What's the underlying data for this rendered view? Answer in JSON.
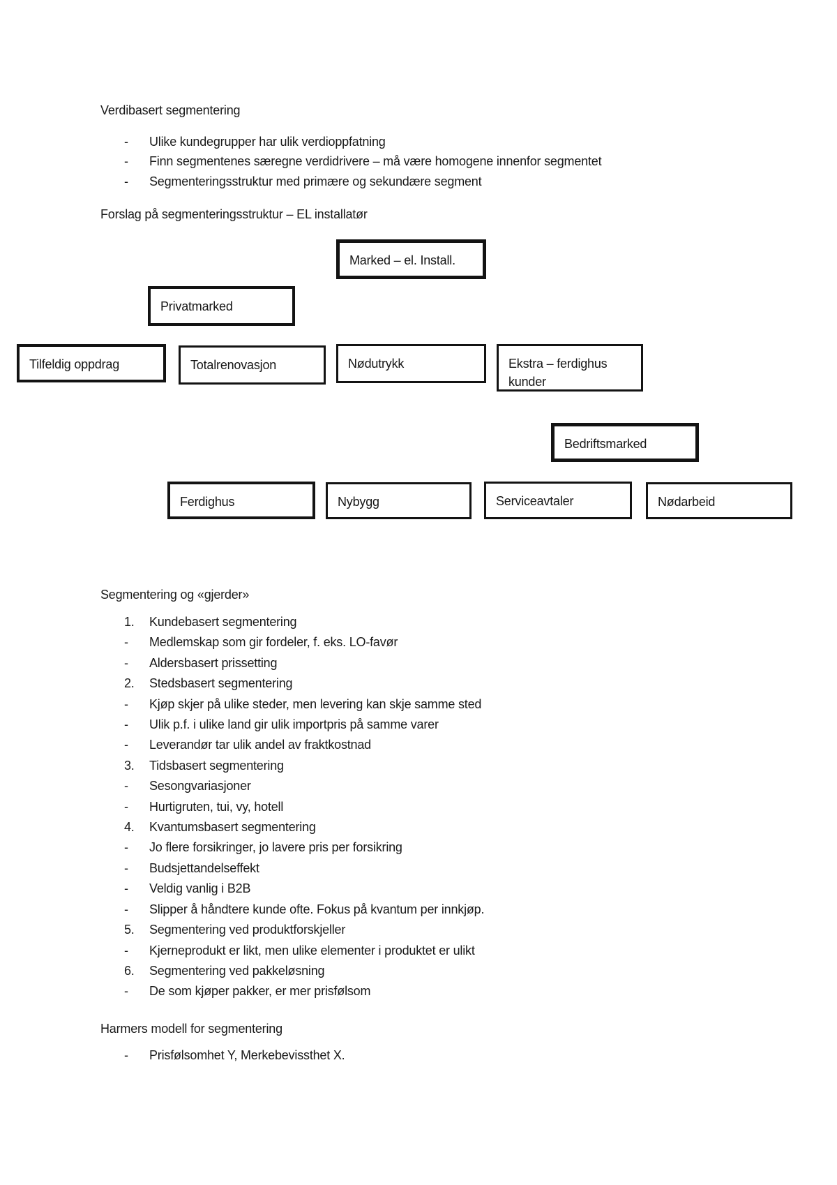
{
  "page": {
    "heading1": "Verdibasert segmentering",
    "diagram_heading": "Forslag på segmenteringsstruktur – EL installatør",
    "heading2": "Segmentering og «gjerder»",
    "heading3": "Harmers modell for segmentering"
  },
  "bullets1": {
    "items": [
      {
        "marker": "-",
        "text": "Ulike kundegrupper har ulik verdioppfatning"
      },
      {
        "marker": "-",
        "text": "Finn segmentenes særegne verdidrivere – må være homogene innenfor segmentet"
      },
      {
        "marker": "-",
        "text": "Segmenteringsstruktur med primære og sekundære segment"
      }
    ]
  },
  "diagram": {
    "boxes": [
      {
        "label": "Marked – el. Install."
      },
      {
        "label": "Privatmarked"
      },
      {
        "label": "Tilfeldig oppdrag"
      },
      {
        "label": "Totalrenovasjon"
      },
      {
        "label": "Nødutrykk"
      },
      {
        "label": "Ekstra – ferdighus kunder"
      },
      {
        "label": "Bedriftsmarked"
      },
      {
        "label": "Ferdighus"
      },
      {
        "label": "Nybygg"
      },
      {
        "label": "Serviceavtaler"
      },
      {
        "label": "Nødarbeid"
      }
    ]
  },
  "list": {
    "items": [
      {
        "marker": "1.",
        "text": "Kundebasert segmentering"
      },
      {
        "marker": "-",
        "text": "Medlemskap som gir fordeler, f. eks. LO-favør"
      },
      {
        "marker": "-",
        "text": "Aldersbasert prissetting"
      },
      {
        "marker": "2.",
        "text": "Stedsbasert segmentering"
      },
      {
        "marker": "-",
        "text": "Kjøp skjer på ulike steder, men levering kan skje samme sted"
      },
      {
        "marker": "-",
        "text": "Ulik p.f. i ulike land gir ulik importpris på samme varer"
      },
      {
        "marker": "-",
        "text": "Leverandør tar ulik andel av fraktkostnad"
      },
      {
        "marker": "3.",
        "text": "Tidsbasert segmentering"
      },
      {
        "marker": "-",
        "text": "Sesongvariasjoner"
      },
      {
        "marker": "-",
        "text": "Hurtigruten, tui, vy, hotell"
      },
      {
        "marker": "4.",
        "text": "Kvantumsbasert segmentering"
      },
      {
        "marker": "-",
        "text": "Jo flere forsikringer, jo lavere pris per forsikring"
      },
      {
        "marker": "-",
        "text": "Budsjettandelseffekt"
      },
      {
        "marker": "-",
        "text": "Veldig vanlig i B2B"
      },
      {
        "marker": "-",
        "text": "Slipper å håndtere kunde ofte. Fokus på kvantum per innkjøp."
      },
      {
        "marker": "5.",
        "text": "Segmentering ved produktforskjeller"
      },
      {
        "marker": "-",
        "text": "Kjerneprodukt er likt, men ulike elementer i produktet er ulikt"
      },
      {
        "marker": "6.",
        "text": "Segmentering ved pakkeløsning"
      },
      {
        "marker": "-",
        "text": "De som kjøper pakker, er mer prisfølsom"
      }
    ]
  },
  "footer_list": {
    "items": [
      {
        "marker": "-",
        "text": "Prisfølsomhet Y, Merkebevissthet X."
      }
    ]
  }
}
